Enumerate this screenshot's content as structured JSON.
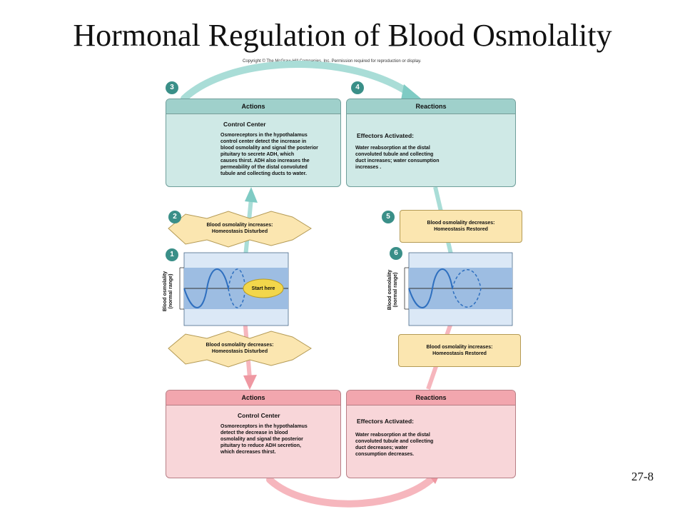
{
  "title": "Hormonal Regulation of Blood Osmolality",
  "copyright": "Copyright © The McGraw-Hill Companies, Inc. Permission required for reproduction or display.",
  "slide_number": "27-8",
  "steps": [
    "1",
    "2",
    "3",
    "4",
    "5",
    "6"
  ],
  "top_actions": {
    "header": "Actions",
    "subtitle": "Control Center",
    "lines": [
      "Osmoreceptors in the hypothalamus",
      "control center detect the increase in",
      "blood osmolality and signal the posterior",
      "pituitary to secrete ADH, which",
      "causes thirst. ADH also increases the",
      "permeability of the distal convoluted",
      "tubule and collecting ducts to water."
    ]
  },
  "top_reactions": {
    "header": "Reactions",
    "subtitle": "Effectors Activated:",
    "lines": [
      "Water reabsorption at the distal",
      "convoluted tubule and collecting",
      "duct increases;  water consumption",
      "increases  ."
    ]
  },
  "bottom_actions": {
    "header": "Actions",
    "subtitle": "Control Center",
    "lines": [
      "Osmoreceptors in the hypothalamus",
      "detect the decrease in blood",
      "osmolality and signal the posterior",
      "pituitary to reduce ADH secretion,",
      "which decreases thirst."
    ]
  },
  "bottom_reactions": {
    "header": "Reactions",
    "subtitle": "Effectors Activated:",
    "lines": [
      "Water reabsorption at the distal",
      "convoluted tubule and collecting",
      "duct decreases;  water",
      "consumption decreases."
    ]
  },
  "states": {
    "increase_disturbed": [
      "Blood osmolality increases:",
      "Homeostasis Disturbed"
    ],
    "decrease_disturbed": [
      "Blood osmolality decreases:",
      "Homeostasis Disturbed"
    ],
    "decrease_restored": [
      "Blood osmolality decreases:",
      "Homeostasis Restored"
    ],
    "increase_restored": [
      "Blood osmolality increases:",
      "Homeostasis Restored"
    ]
  },
  "graph": {
    "ylabel_line1": "Blood osmolality",
    "ylabel_line2": "(normal range)",
    "start_label": "Start here"
  },
  "colors": {
    "teal_panel": "#cfe9e6",
    "pink_panel": "#f8d6d9",
    "teal_badge": "#3a8f88",
    "pink_badge": "#cf5e6e",
    "state_box": "#fbe6b0",
    "normal_band": "#8fb2dc",
    "wave": "#2e6fbf"
  },
  "icons": [
    "brain-icon",
    "kidney-icon"
  ]
}
